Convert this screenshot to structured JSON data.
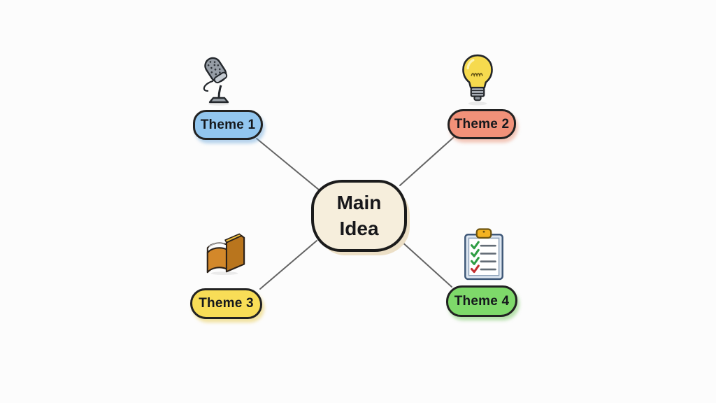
{
  "diagram": {
    "type": "mind-map",
    "background": "#fcfcfc",
    "connector_color": "#646464",
    "center": {
      "label": "Main Idea",
      "label_line1": "Main",
      "label_line2": "Idea",
      "fill": "#f6eedc",
      "border": "#1b1b1b"
    },
    "themes": [
      {
        "id": "theme-1",
        "label": "Theme 1",
        "icon": "microphone-icon",
        "position": "top-left",
        "fill": "#92c6ef",
        "border": "#2b3b4c"
      },
      {
        "id": "theme-2",
        "label": "Theme 2",
        "icon": "lightbulb-icon",
        "position": "top-right",
        "fill": "#f19179",
        "border": "#40302a"
      },
      {
        "id": "theme-3",
        "label": "Theme 3",
        "icon": "open-book-icon",
        "position": "bottom-left",
        "fill": "#f8dd57",
        "border": "#3e3920"
      },
      {
        "id": "theme-4",
        "label": "Theme 4",
        "icon": "checklist-icon",
        "position": "bottom-right",
        "fill": "#7ed96a",
        "border": "#2a4a20"
      }
    ]
  }
}
